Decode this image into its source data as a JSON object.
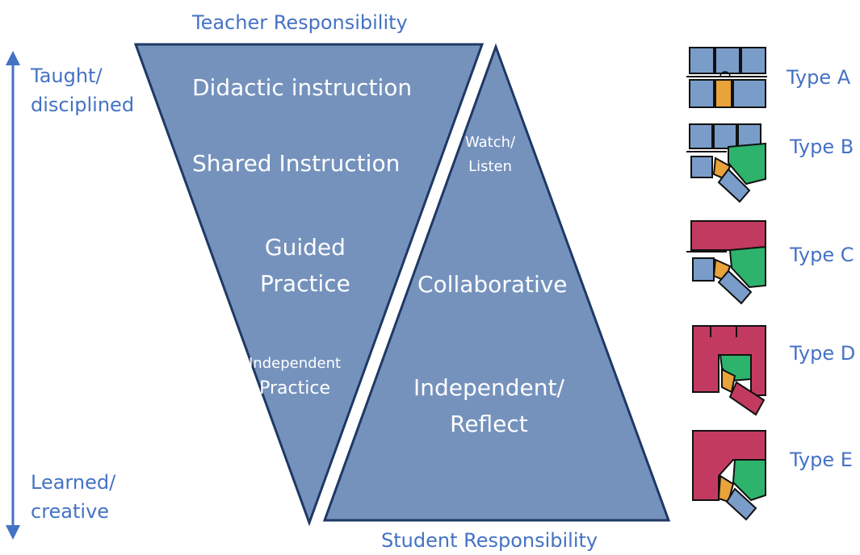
{
  "title_top": "Teacher Responsibility",
  "title_bottom": "Student Responsibility",
  "axis": {
    "top_line1": "Taught/",
    "top_line2": "disciplined",
    "bottom_line1": "Learned/",
    "bottom_line2": "creative"
  },
  "teacher_stages": [
    "Didactic instruction",
    "Shared Instruction",
    "Guided",
    "Practice",
    "Independent",
    "Practice"
  ],
  "student_stages": [
    "Watch/",
    "Listen",
    "Collaborative",
    "Independent/",
    "Reflect"
  ],
  "types": [
    "Type A",
    "Type B",
    "Type C",
    "Type D",
    "Type E"
  ],
  "colors": {
    "triangle_fill": "#7592bd",
    "triangle_stroke": "#1f3864",
    "label_blue": "#4472c4",
    "room_blue": "#7a9cc9",
    "room_orange": "#e8a33a",
    "room_green": "#2db36b",
    "room_magenta": "#c23a60"
  }
}
